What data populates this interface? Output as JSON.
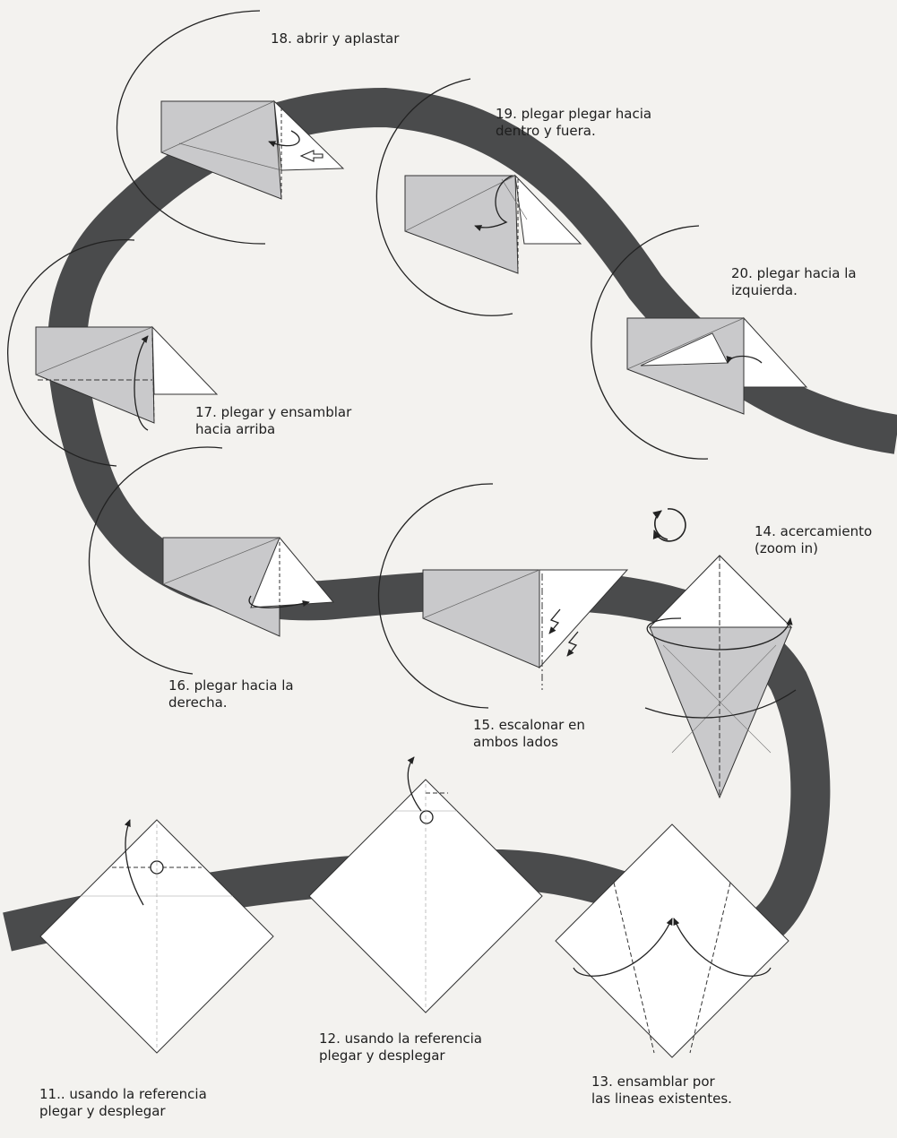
{
  "steps": {
    "s11": {
      "line1": "11.. usando la referencia",
      "line2": "plegar y desplegar"
    },
    "s12": {
      "line1": "12. usando la referencia",
      "line2": "plegar y desplegar"
    },
    "s13": {
      "line1": "13. ensamblar por",
      "line2": "las lineas existentes."
    },
    "s14": {
      "line1": "14. acercamiento",
      "line2": "(zoom in)"
    },
    "s15": {
      "line1": "15. escalonar en",
      "line2": "ambos lados"
    },
    "s16": {
      "line1": "16. plegar hacia la",
      "line2": "derecha."
    },
    "s17": {
      "line1": "17. plegar y ensamblar",
      "line2": "hacia arriba"
    },
    "s18": {
      "line1": "18. abrir y aplastar"
    },
    "s19": {
      "line1": "19. plegar plegar hacia",
      "line2": "dentro y fuera."
    },
    "s20": {
      "line1": "20. plegar hacia la",
      "line2": "izquierda."
    }
  },
  "colors": {
    "background": "#f3f2ef",
    "ribbon": "#4a4b4c",
    "paper_white": "#ffffff",
    "paper_gray": "#c9c9cb",
    "line": "#222222"
  }
}
